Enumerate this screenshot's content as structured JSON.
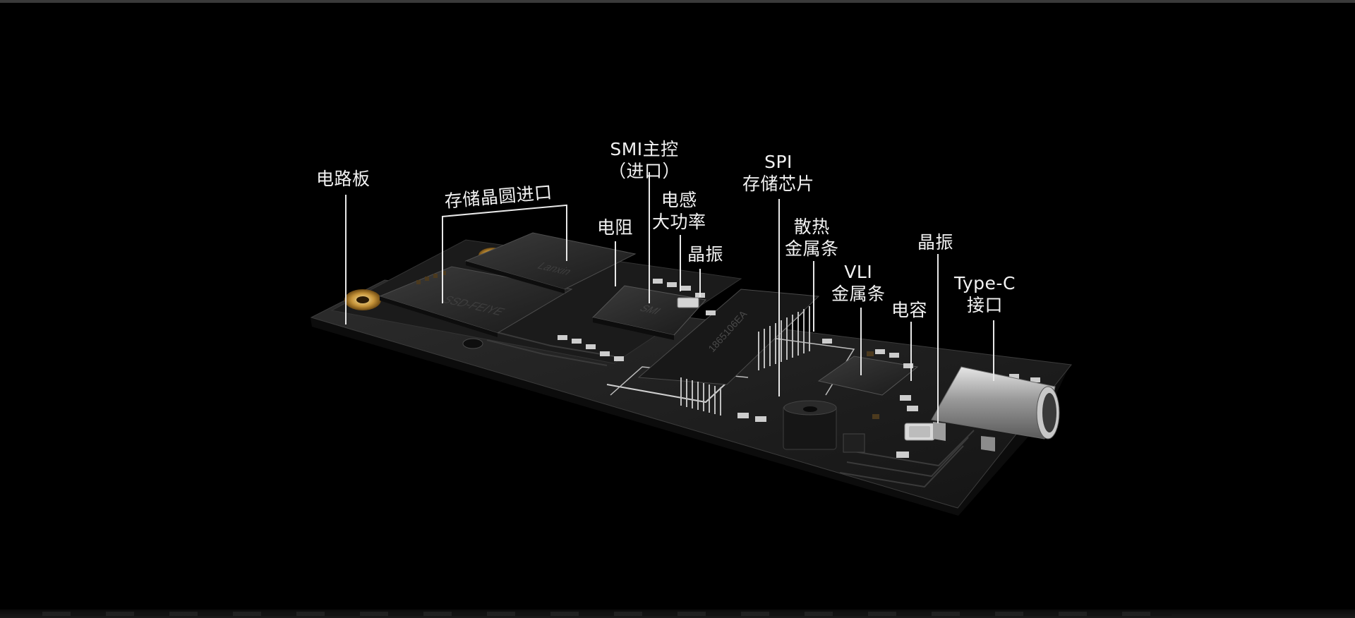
{
  "background_color": "#000000",
  "label_color": "#f2f2f2",
  "chip_texts": {
    "flash_top": "Lanxin",
    "flash_bottom": "SSD-FEIYE",
    "controller": "SMI",
    "spi_flash": "1865106EA"
  },
  "labels": {
    "pcb": "电路板",
    "nand": "存储晶圆进口",
    "controller_line1": "SMI主控",
    "controller_line2": "（进口）",
    "resistor": "电阻",
    "inductor_line1": "电感",
    "inductor_line2": "大功率",
    "crystal_left": "晶振",
    "spi_line1": "SPI",
    "spi_line2": "存储芯片",
    "heatsink_line1": "散热",
    "heatsink_line2": "金属条",
    "vli_line1": "VLI",
    "vli_line2": "金属条",
    "capacitor": "电容",
    "crystal_right": "晶振",
    "typec_line1": "Type-C",
    "typec_line2": "接口"
  }
}
